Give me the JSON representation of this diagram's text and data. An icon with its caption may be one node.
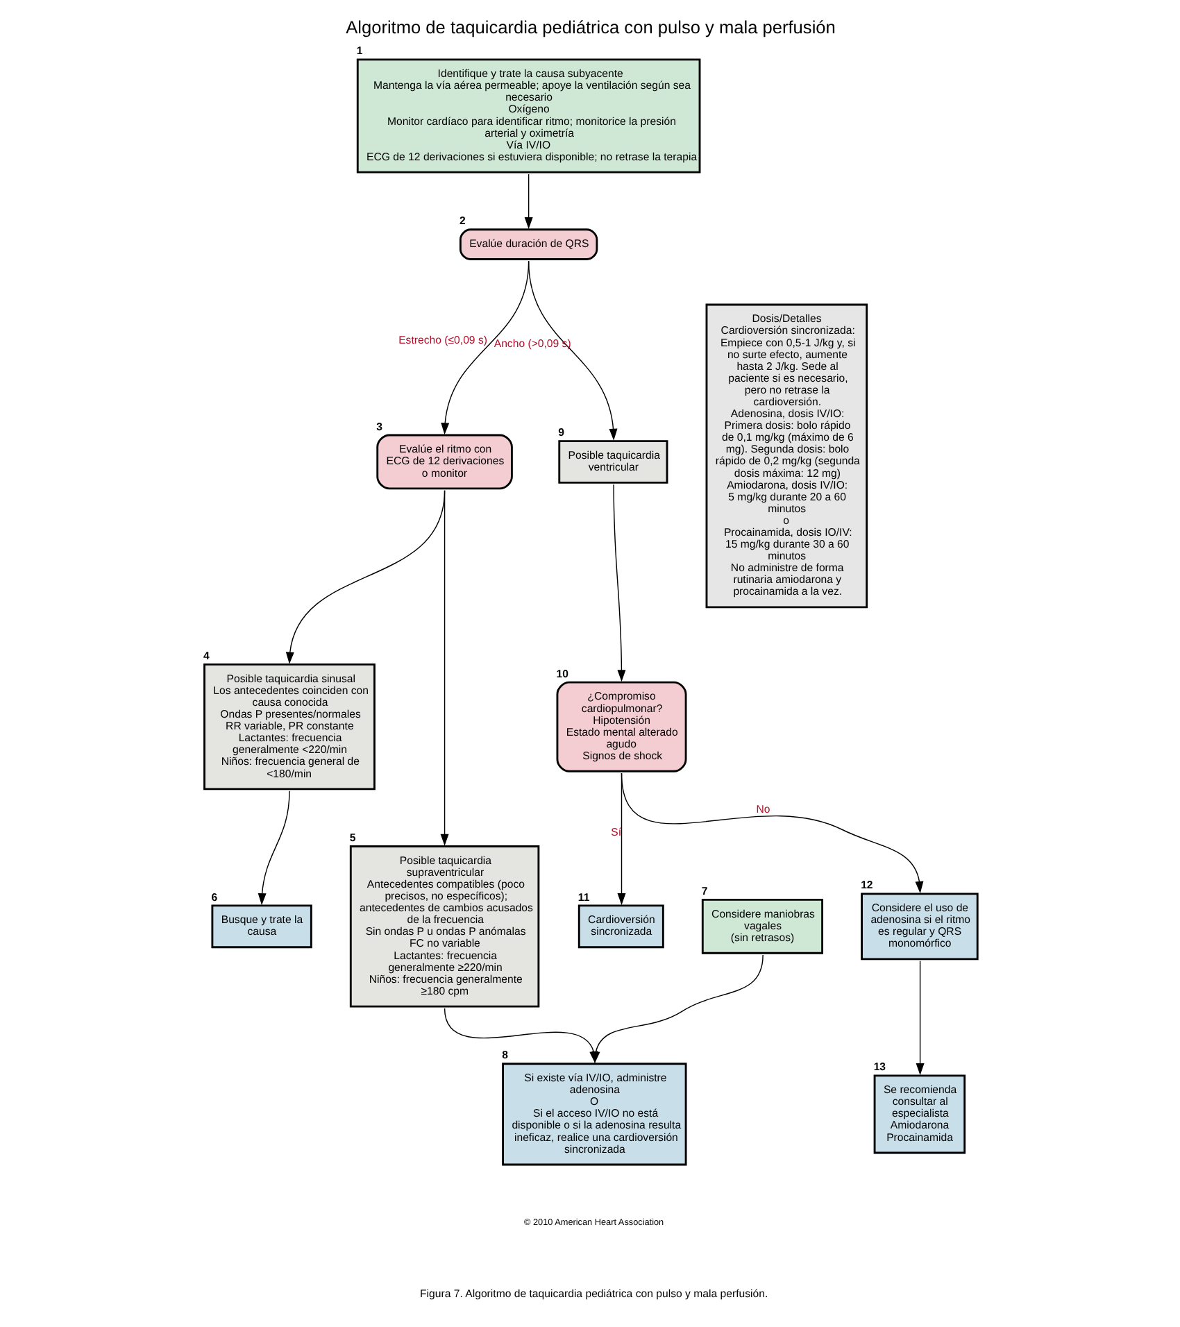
{
  "diagram": {
    "title": "Algoritmo de taquicardia pediátrica con pulso y mala perfusión",
    "caption": "Figura 7. Algoritmo de taquicardia pediátrica con pulso y mala perfusión.",
    "nodes": [
      {
        "text": [
          "Identifique y trate la causa subyacente",
          "Mantenga la vía aérea permeable; apoye la ventilación según sea necesario",
          "Oxígeno",
          "Monitor cardíaco para identificar ritmo; monitorice la presión arterial y oximetría",
          "Vía IV/IO",
          "ECG de 12 derivaciones si estuviera disponible; no retrase la terapia"
        ],
        "beside": [
          "1"
        ]
      },
      {
        "text": [
          "Evalúe duración de QRS"
        ],
        "beside": [
          "2"
        ]
      },
      {
        "text": [
          "Evalúe el ritmo con ECG de 12 derivaciones o monitor"
        ],
        "beside": [
          "3"
        ]
      },
      {
        "text": [
          "Posible taquicardia sinusal",
          "Los antecedentes coinciden con causa conocida",
          "Ondas P presentes/normales",
          "RR variable, PR constante",
          "Lactantes: frecuencia generalmente <220/min",
          "Niños: frecuencia general de <180/min"
        ],
        "beside": [
          "4"
        ]
      },
      {
        "text": [
          "Posible taquicardia supraventricular",
          "Antecedentes compatibles (poco precisos, no específicos); antecedentes de cambios acusados de la frecuencia",
          "Sin ondas P u ondas P anómalas",
          "FC no variable",
          "Lactantes: frecuencia generalmente ≥220/min",
          "Niños: frecuencia generalmente ≥180 cpm"
        ],
        "beside": [
          "5"
        ]
      },
      {
        "text": [
          "Posible taquicardia ventricular"
        ],
        "beside": [
          "9"
        ]
      },
      {
        "text": [
          "¿Compromiso cardiopulmonar?",
          "Hipotensión",
          "Estado mental alterado agudo",
          "Signos de shock"
        ],
        "beside": [
          "10"
        ]
      },
      {
        "text": [
          "Busque y trate la causa"
        ],
        "beside": [
          "6"
        ]
      },
      {
        "text": [
          "Considere maniobras vagales",
          "(sin retrasos)"
        ],
        "beside": [
          "7"
        ]
      },
      {
        "text": [
          "Cardioversión sincronizada"
        ],
        "beside": [
          "11"
        ]
      },
      {
        "text": [
          "Considere el uso de adenosina si el ritmo es regular y QRS monomórfico"
        ],
        "beside": [
          "12"
        ]
      },
      {
        "text": [
          "Si existe vía IV/IO, administre adenosina",
          "O",
          "Si el acceso IV/IO no está disponible o si la adenosina resulta ineficaz, realice una cardioversión sincronizada"
        ],
        "beside": [
          "8"
        ]
      },
      {
        "text": [
          "Se recomienda consultar al especialista",
          "Amiodarona",
          "Procainamida"
        ],
        "beside": [
          "13"
        ]
      },
      {
        "text": [
          "Dosis/Detalles",
          "Cardioversión sincronizada:",
          "Empiece con 0,5-1 J/kg y, si no surte efecto, aumente hasta 2 J/kg. Sede al paciente si es necesario, pero no retrase la cardioversión.",
          "Adenosina, dosis IV/IO:",
          "Primera dosis: bolo rápido de 0,1 mg/kg (máximo de 6 mg). Segunda dosis: bolo rápido de 0,2 mg/kg (segunda dosis máxima: 12 mg)",
          "Amiodarona, dosis IV/IO:",
          "5 mg/kg durante 20 a 60 minutos",
          "o",
          "Procainamida, dosis IO/IV:",
          "15 mg/kg durante 30 a 60 minutos",
          "No administre de forma rutinaria amiodarona y procainamida a la vez."
        ]
      }
    ],
    "edges": [
      {
        "from": 0,
        "to": 1,
        "arrow": "to"
      },
      {
        "from": 1,
        "to": 2,
        "arrow": "to",
        "label": "Estrecho (≤0,09 s)"
      },
      {
        "from": 1,
        "to": 5,
        "arrow": "to",
        "label": "Ancho (>0,09 s)"
      },
      {
        "from": 2,
        "to": 3,
        "arrow": "to"
      },
      {
        "from": 2,
        "to": 4,
        "arrow": "to"
      },
      {
        "from": 3,
        "to": 7,
        "arrow": "to"
      },
      {
        "from": 4,
        "to": 11,
        "arrow": "to"
      },
      {
        "from": 8,
        "to": 11,
        "arrow": "to"
      },
      {
        "from": 5,
        "to": 6,
        "arrow": "to"
      },
      {
        "from": 6,
        "to": 9,
        "arrow": "to",
        "label": "Sí"
      },
      {
        "from": 6,
        "to": 10,
        "arrow": "to",
        "label": "No"
      },
      {
        "from": 10,
        "to": 12,
        "arrow": "to"
      }
    ],
    "labels": [
      "© 2010 American Heart Association"
    ]
  }
}
